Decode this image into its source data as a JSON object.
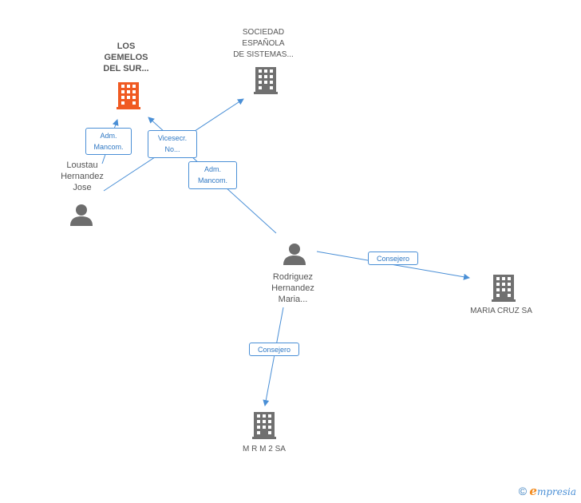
{
  "colors": {
    "edge": "#4a8fd6",
    "building": "#707070",
    "building_focus": "#f05a22",
    "person": "#6d6d6d"
  },
  "nodes": {
    "gemelos": {
      "label": "LOS\nGEMELOS\nDEL SUR...",
      "icon": "building-icon",
      "focus": true
    },
    "sociedad": {
      "label": "SOCIEDAD\nESPAÑOLA\nDE SISTEMAS...",
      "icon": "building-icon"
    },
    "loustau": {
      "label": "Loustau\nHernandez\nJose",
      "icon": "person-icon"
    },
    "rodriguez": {
      "label": "Rodriguez\nHernandez\nMaria...",
      "icon": "person-icon"
    },
    "mariacruz": {
      "label": "MARIA CRUZ SA",
      "icon": "building-icon"
    },
    "mrm2": {
      "label": "M R M 2 SA",
      "icon": "building-icon"
    }
  },
  "edge_labels": {
    "adm1": "Adm.\nMancom.",
    "vicesec": "Vicesecr.\nNo...",
    "adm2": "Adm.\nMancom.",
    "consejero1": "Consejero",
    "consejero2": "Consejero"
  },
  "footer": {
    "copyright": "©",
    "brand_initial": "e",
    "brand_rest": "mpresia"
  }
}
